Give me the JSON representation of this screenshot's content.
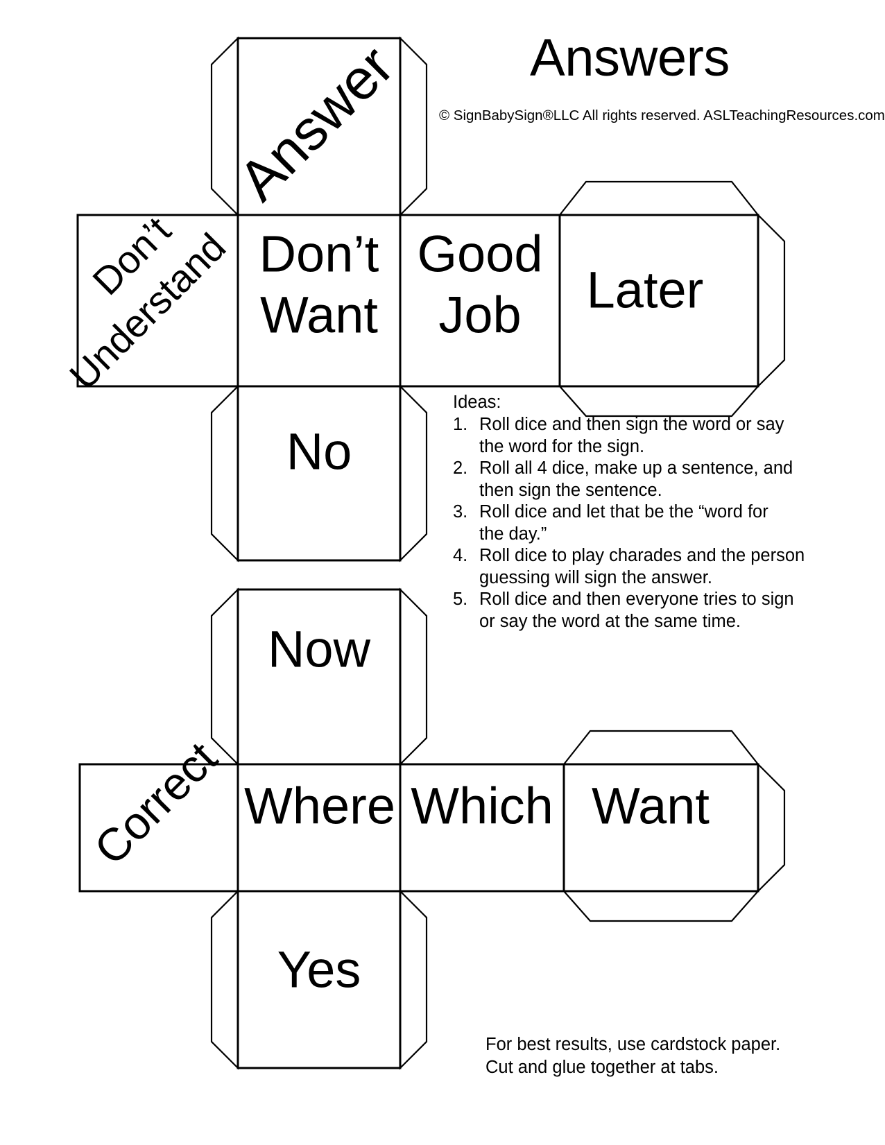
{
  "page": {
    "title": "Answers",
    "copyright": "© SignBabySign®LLC All rights reserved.  ASLTeachingResources.com",
    "background_color": "#ffffff",
    "ink_color": "#000000"
  },
  "ideas": {
    "heading": "Ideas:",
    "items": [
      {
        "num": "1.",
        "line1": "Roll dice and then sign the word or say",
        "line2": "the word for the sign."
      },
      {
        "num": "2.",
        "line1": "Roll all 4 dice, make up a sentence, and",
        "line2": " then sign the sentence."
      },
      {
        "num": "3.",
        "line1": "Roll dice and let that be the “word for",
        "line2": "the day.”"
      },
      {
        "num": "4.",
        "line1": "Roll dice to play charades and the person",
        "line2": "guessing will sign the answer."
      },
      {
        "num": "5.",
        "line1": "Roll dice and then everyone tries to sign",
        "line2": "or say the word at the same time."
      }
    ]
  },
  "footnote": {
    "line1": "For best results, use cardstock paper.",
    "line2": "Cut and glue together at tabs."
  },
  "nets": [
    {
      "name": "upper-dice-net",
      "faces": [
        {
          "id": "answer",
          "label": "Answer",
          "position": "top",
          "rotation": -45,
          "lines": [
            "Answer"
          ]
        },
        {
          "id": "dont-understand",
          "label": "Don’t Understand",
          "position": "row-col-1",
          "rotation": -45,
          "lines": [
            "Don’t",
            "Understand"
          ]
        },
        {
          "id": "dont-want",
          "label": "Don’t Want",
          "position": "row-col-2",
          "rotation": 0,
          "lines": [
            "Don’t",
            "Want"
          ]
        },
        {
          "id": "good-job",
          "label": "Good Job",
          "position": "row-col-3",
          "rotation": 0,
          "lines": [
            "Good",
            "Job"
          ]
        },
        {
          "id": "later",
          "label": "Later",
          "position": "row-col-4",
          "rotation": 0,
          "lines": [
            "Later"
          ]
        },
        {
          "id": "no",
          "label": "No",
          "position": "bottom",
          "rotation": 0,
          "lines": [
            "No"
          ]
        }
      ]
    },
    {
      "name": "lower-dice-net",
      "faces": [
        {
          "id": "now",
          "label": "Now",
          "position": "top",
          "rotation": 0,
          "lines": [
            "Now"
          ]
        },
        {
          "id": "correct",
          "label": "Correct",
          "position": "row-col-1",
          "rotation": -45,
          "lines": [
            "Correct"
          ]
        },
        {
          "id": "where",
          "label": "Where",
          "position": "row-col-2",
          "rotation": 0,
          "lines": [
            "Where"
          ]
        },
        {
          "id": "which",
          "label": "Which",
          "position": "row-col-3",
          "rotation": 0,
          "lines": [
            "Which"
          ]
        },
        {
          "id": "want",
          "label": "Want",
          "position": "row-col-4",
          "rotation": 0,
          "lines": [
            "Want"
          ]
        },
        {
          "id": "yes",
          "label": "Yes",
          "position": "bottom",
          "rotation": 0,
          "lines": [
            "Yes"
          ]
        }
      ]
    }
  ]
}
